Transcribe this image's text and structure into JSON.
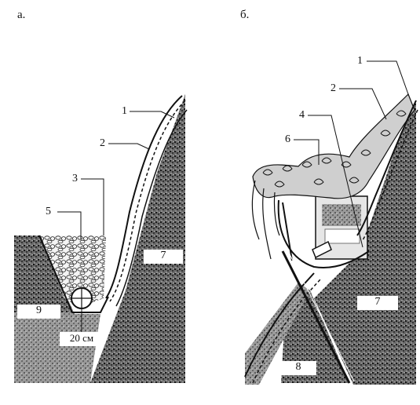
{
  "panels": {
    "a": {
      "title": "а.",
      "callouts": [
        "1",
        "2",
        "3",
        "5"
      ],
      "layer_labels": {
        "bank": "7",
        "floor": "9"
      },
      "dimension": "20 см"
    },
    "b": {
      "title": "б.",
      "callouts": [
        "1",
        "2",
        "4",
        "6"
      ],
      "layer_labels": {
        "slope": "7",
        "base": "8"
      }
    }
  },
  "colors": {
    "ink": "#111111",
    "soil": "#3a3a3a",
    "paper": "#ffffff"
  }
}
